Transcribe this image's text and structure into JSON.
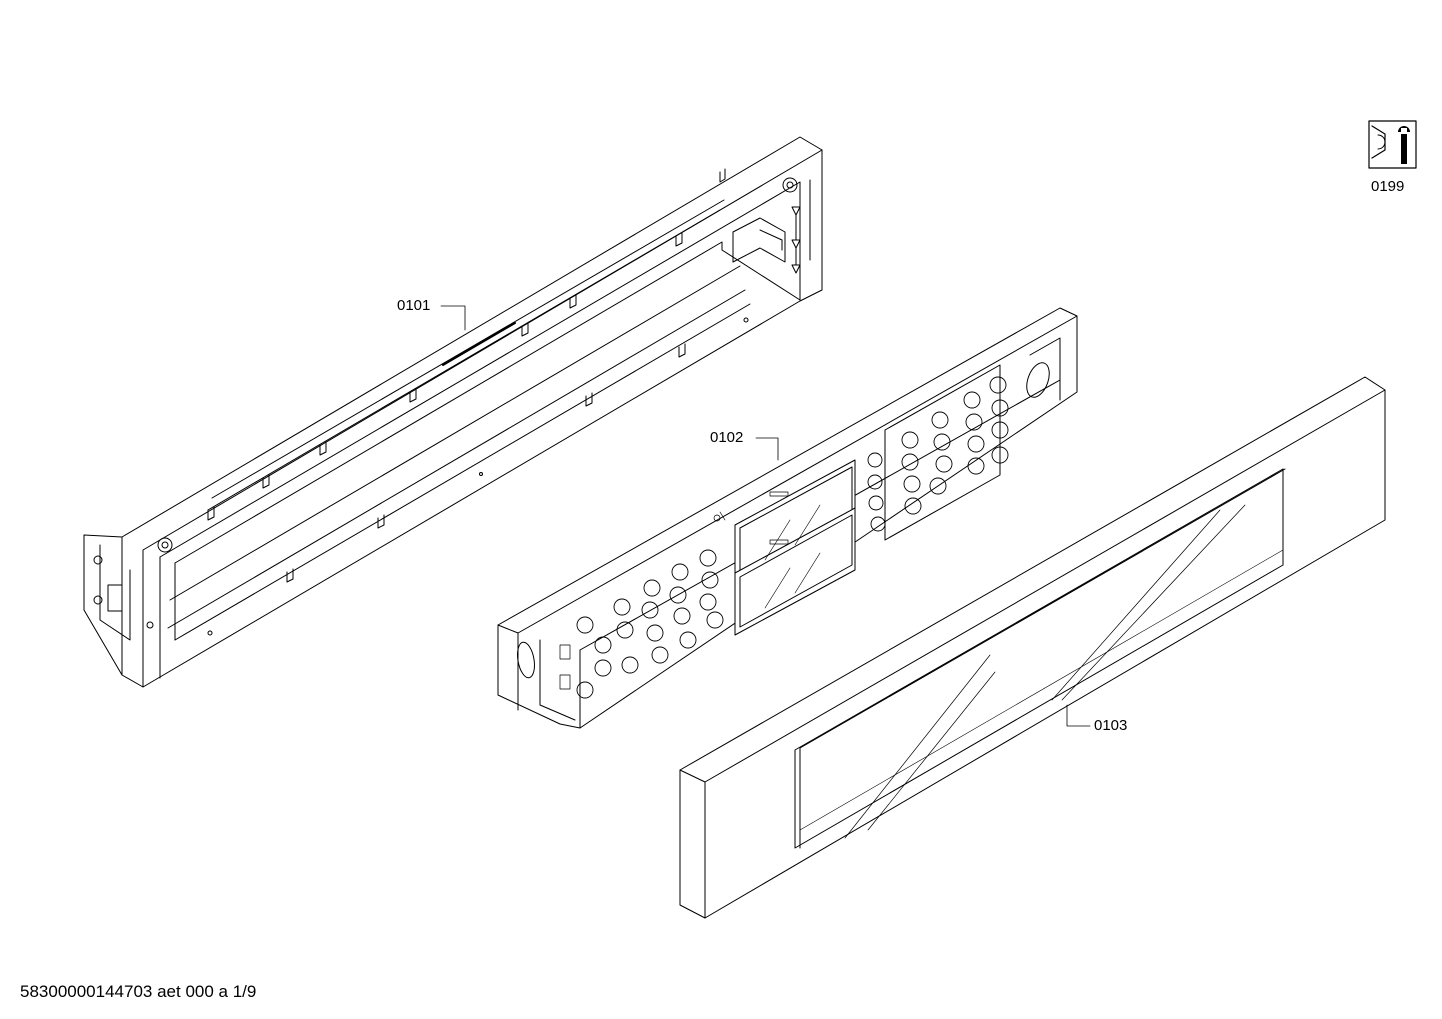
{
  "callouts": {
    "frame": "0101",
    "control_board": "0102",
    "front_panel": "0103",
    "service_kit": "0199"
  },
  "footer": {
    "document_id": "58300000144703 aet 000 a 1/9"
  },
  "icons": {
    "service": "wrench-screw-icon"
  }
}
